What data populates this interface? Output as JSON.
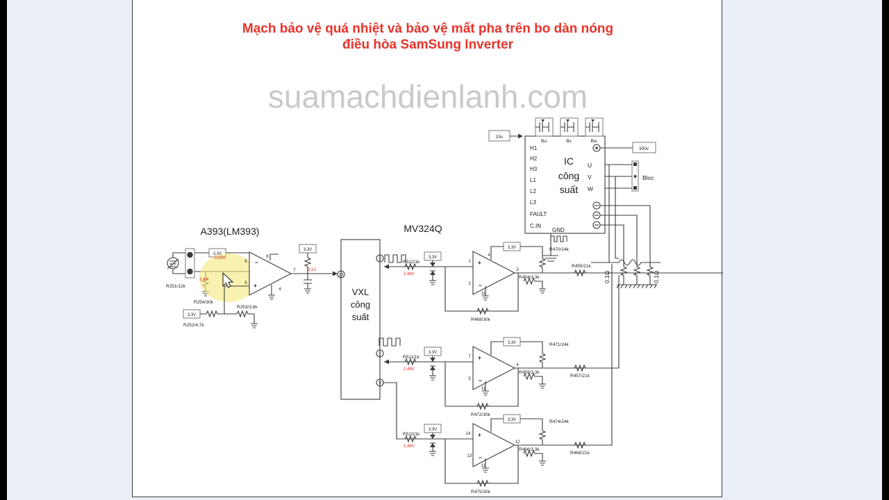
{
  "slide": {
    "title_line1": "Mạch bảo vệ quá nhiệt và bảo vệ mất pha trên bo dàn nóng",
    "title_line2": "điều hòa SamSung Inverter",
    "watermark": "suamachdienlanh.com",
    "title_color": "#e8332a",
    "watermark_color": "#c9c9c9",
    "background_color": "#eaeff8",
    "sheet_color": "#ffffff",
    "letterbox_color": "#000000"
  },
  "blocks": {
    "power_ic": {
      "label_line1": "IC",
      "label_line2": "công",
      "label_line3": "suất",
      "left_pins": [
        "H1",
        "H2",
        "H3",
        "L1",
        "L2",
        "L3",
        "FAULT",
        "C.IN"
      ],
      "bottom_pin": "GND",
      "top_pins": [
        "Bu",
        "Bv",
        "Bw"
      ],
      "right_pins": [
        "U",
        "V",
        "W"
      ],
      "supply_in": "15v",
      "hv_rail": "300v",
      "connector": "Bloc"
    },
    "vxl": {
      "label_line1": "VXL",
      "label_line2": "công",
      "label_line3": "suất",
      "pins": [
        "13",
        "2",
        "1",
        "3"
      ]
    },
    "comparator": {
      "title": "A393(LM393)"
    },
    "quad_opamp": {
      "title": "MV324Q"
    }
  },
  "components": {
    "comparator_stage": [
      {
        "ref": "R251/12k"
      },
      {
        "ref": "R254/30k"
      },
      {
        "ref": "R253/3,9k"
      },
      {
        "ref": "R252/4,7k"
      }
    ],
    "opamp_stage_1": [
      {
        "ref": "R512/1k"
      },
      {
        "ref": "R470/24k"
      },
      {
        "ref": "R455/21k"
      },
      {
        "ref": "R454/3,3k"
      },
      {
        "ref": "R469/30k"
      }
    ],
    "opamp_stage_2": [
      {
        "ref": "R511/1k"
      },
      {
        "ref": "R471/24k"
      },
      {
        "ref": "R457/21k"
      },
      {
        "ref": "R459/3,3k"
      },
      {
        "ref": "R472/30k"
      }
    ],
    "opamp_stage_3": [
      {
        "ref": "R510/1k"
      },
      {
        "ref": "R474/24k"
      },
      {
        "ref": "R468/21k"
      },
      {
        "ref": "R466/3,3k"
      },
      {
        "ref": "R475/30k"
      }
    ],
    "shunts": [
      {
        "ref": "0.1Ω"
      },
      {
        "ref": "0.1Ω"
      }
    ]
  },
  "voltages": {
    "comparator": {
      "top_rail": "3,3V",
      "inv_input": "0,25V",
      "noninv_input": "1,4V",
      "bias_rail": "3,3V",
      "supply_node": "3,3V",
      "output": "3,1V"
    },
    "stage_1": {
      "clamp": "3,3V",
      "rail": "3,3V",
      "input": "1,48V"
    },
    "stage_2": {
      "clamp": "3,3V",
      "rail": "3,3V",
      "input": "1,48V"
    },
    "stage_3": {
      "clamp": "3,3V",
      "rail": "3,3V",
      "input": "1,48V"
    }
  },
  "opamp_pin_numbers": {
    "comparator": [
      "5",
      "6",
      "7",
      "4",
      "8"
    ],
    "stage_1": [
      "1",
      "2",
      "3",
      "4",
      "11"
    ],
    "stage_2": [
      "7",
      "5",
      "4",
      "11"
    ],
    "stage_3": [
      "14",
      "13",
      "12",
      "11"
    ]
  }
}
